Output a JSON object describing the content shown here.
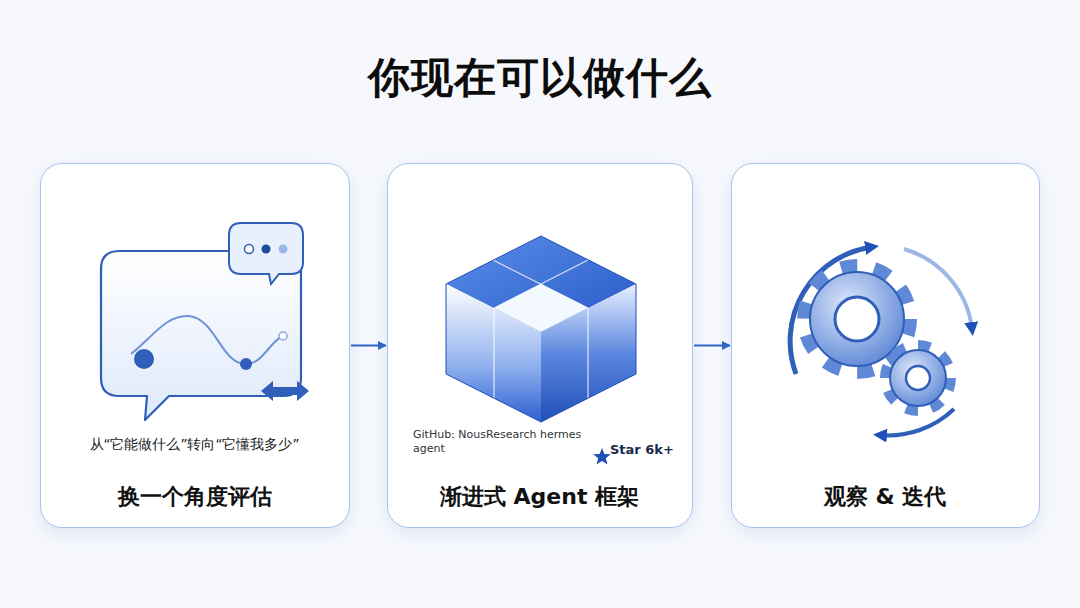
{
  "diagram": {
    "title": "你现在可以做什么",
    "nodes": [
      {
        "text": [
          "从“它能做什么”转向“它懂我多少”",
          "换一个角度评估"
        ]
      },
      {
        "text": [
          "GitHub: NousResearch hermes agent",
          "Star 6k+",
          "渐进式 Agent 框架"
        ]
      },
      {
        "text": [
          "观察 & 迭代"
        ]
      }
    ],
    "edges": [
      {
        "from": 0,
        "to": 1,
        "arrow": "to"
      },
      {
        "from": 1,
        "to": 2,
        "arrow": "to"
      }
    ]
  }
}
